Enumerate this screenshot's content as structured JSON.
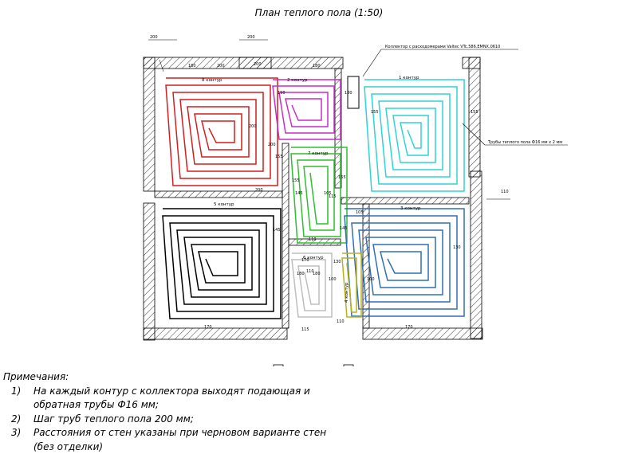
{
  "title": "План теплого пола (1:50)",
  "contours": {
    "c1": "1 контур",
    "c2": "2 контур",
    "c3": "3 контур",
    "c4": "4 контур",
    "c5": "5 контур",
    "c6": "6 контур",
    "c7": "7 контур",
    "c8": "8 контур"
  },
  "callouts": {
    "collector": "Коллектор с расходомерами Valtec VTc.586.EMNX.0610",
    "pipes": "Трубы теплого пола Ф16 мм x 2 мм"
  },
  "dims": [
    "200",
    "200",
    "200",
    "180",
    "180",
    "200",
    "190",
    "155",
    "200",
    "155",
    "200",
    "200",
    "180",
    "145",
    "155",
    "105",
    "155",
    "145",
    "110",
    "105",
    "115",
    "155",
    "130",
    "100",
    "130",
    "145",
    "110",
    "180",
    "180",
    "115",
    "100",
    "170",
    "170",
    "170",
    "110",
    "110"
  ],
  "colors": {
    "c1": "#2ed4d4",
    "c2": "#c62fc6",
    "c3": "#2e6fb5",
    "c4": "#b8b21e",
    "c5": "#000000",
    "c6": "#bdbdbd",
    "c7": "#2fbf2f",
    "c8": "#d21f1f",
    "walls": "#000000"
  },
  "notes": {
    "header": "Примечания:",
    "items": [
      {
        "num": "1)",
        "lines": [
          "На каждый контур с коллектора выходят подающая и",
          "обратная трубы Ф16 мм;"
        ]
      },
      {
        "num": "2)",
        "lines": [
          "Шаг труб теплого пола 200 мм;"
        ]
      },
      {
        "num": "3)",
        "lines": [
          "Расстояния от стен указаны при черновом варианте стен",
          "(без отделки)"
        ]
      }
    ]
  }
}
